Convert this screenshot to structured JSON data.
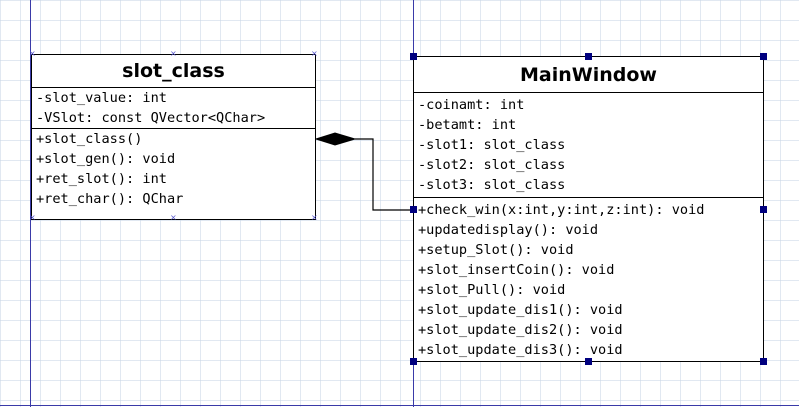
{
  "diagram": {
    "classes": [
      {
        "name": "slot_class",
        "attributes": [
          "-slot_value: int",
          "-VSlot: const QVector<QChar>"
        ],
        "operations": [
          "+slot_class()",
          "+slot_gen(): void",
          "+ret_slot(): int",
          "+ret_char(): QChar"
        ]
      },
      {
        "name": "MainWindow",
        "attributes": [
          "-coinamt: int",
          "-betamt: int",
          "-slot1: slot_class",
          "-slot2: slot_class",
          "-slot3: slot_class"
        ],
        "operations": [
          "+check_win(x:int,y:int,z:int): void",
          "+updatedisplay(): void",
          "+setup_Slot(): void",
          "+slot_insertCoin(): void",
          "+slot_Pull(): void",
          "+slot_update_dis1(): void",
          "+slot_update_dis2(): void",
          "+slot_update_dis3(): void"
        ]
      }
    ],
    "relationships": [
      {
        "type": "composition",
        "whole": "slot_class",
        "part": "MainWindow"
      }
    ]
  },
  "colors": {
    "grid": "#c8d6e6",
    "page_border": "#3a3aa8",
    "selection_handle": "#00007f",
    "line": "#000000"
  },
  "icons": [
    "composition-diamond-icon",
    "selection-handle-icon"
  ]
}
